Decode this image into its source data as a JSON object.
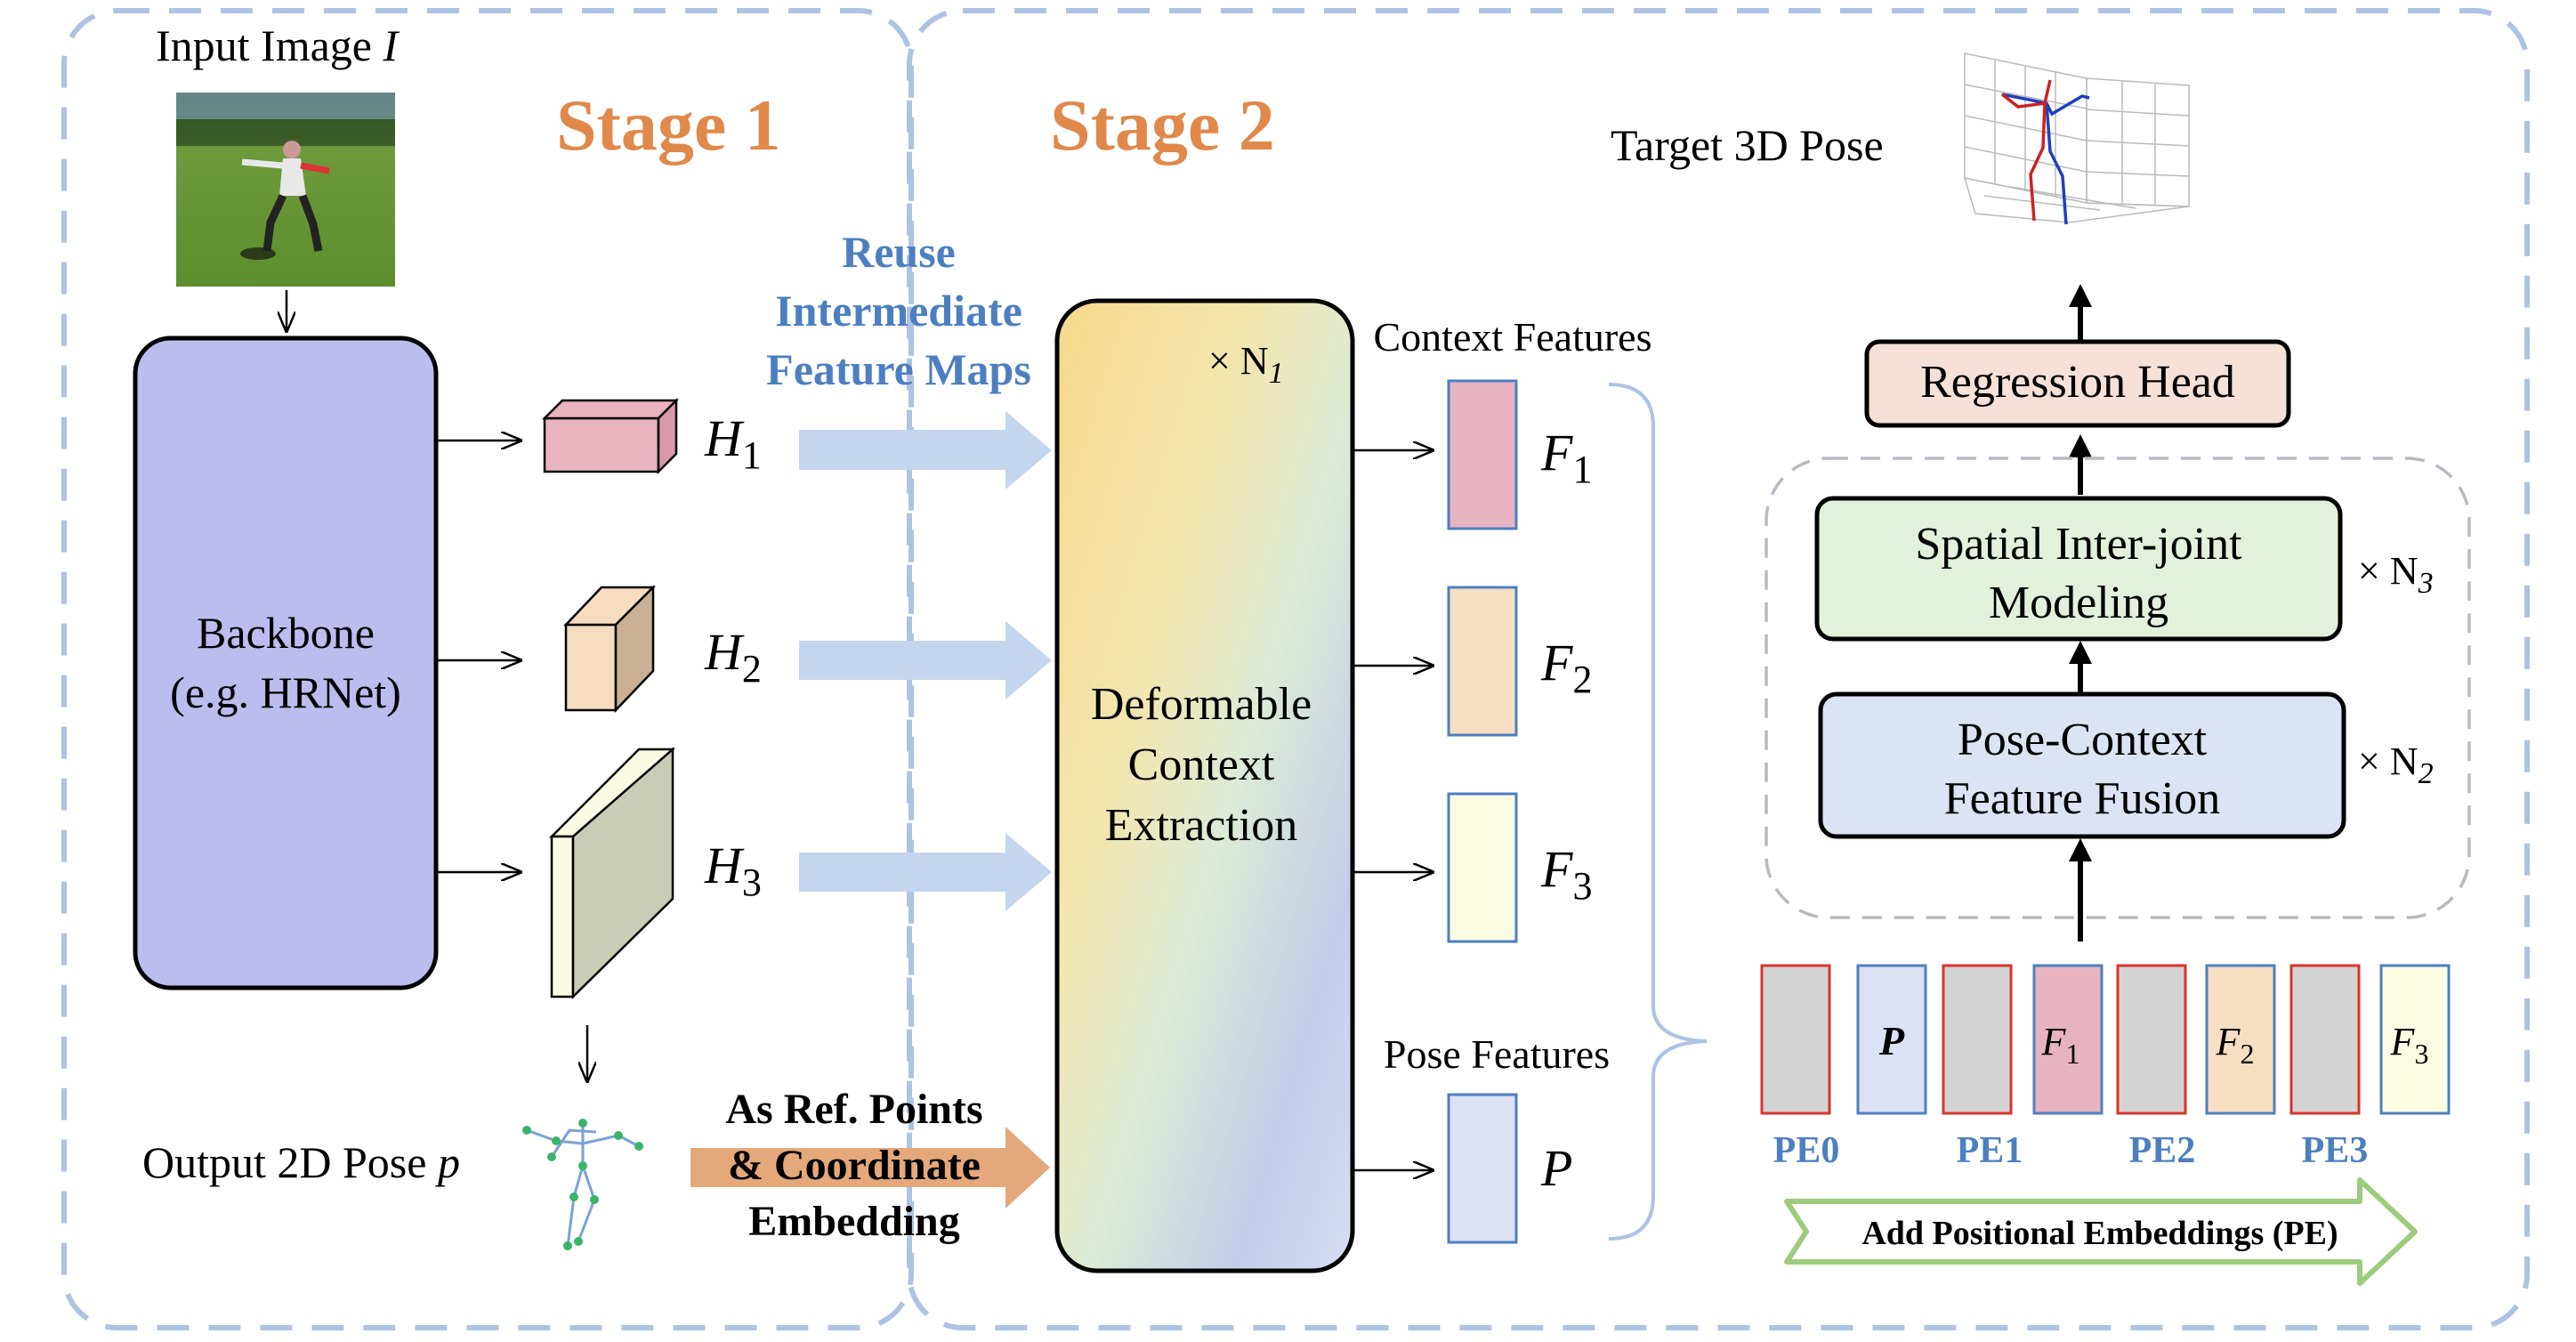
{
  "input_image": {
    "label": "Input Image",
    "symbol": "I"
  },
  "stage1": {
    "title": "Stage 1",
    "backbone_line1": "Backbone",
    "backbone_line2": "(e.g. HRNet)",
    "features": [
      {
        "letter": "H",
        "sub": "1"
      },
      {
        "letter": "H",
        "sub": "2"
      },
      {
        "letter": "H",
        "sub": "3"
      }
    ],
    "output_label": "Output 2D Pose",
    "output_symbol": "p"
  },
  "reuse_label": {
    "line1": "Reuse",
    "line2": "Intermediate",
    "line3": "Feature Maps"
  },
  "ref_points_label": {
    "line1": "As Ref. Points",
    "line2": "& Coordinate",
    "line3": "Embedding"
  },
  "stage2": {
    "title": "Stage 2",
    "dce_line1": "Deformable",
    "dce_line2": "Context",
    "dce_line3": "Extraction",
    "dce_repeat": "× N",
    "dce_repeat_sub": "1",
    "context_features_label": "Context Features",
    "context_features": [
      {
        "letter": "F",
        "sub": "1"
      },
      {
        "letter": "F",
        "sub": "2"
      },
      {
        "letter": "F",
        "sub": "3"
      }
    ],
    "pose_features_label": "Pose Features",
    "pose_feature": "P"
  },
  "head": {
    "target_label": "Target 3D Pose",
    "regression_head": "Regression Head",
    "spatial_line1": "Spatial Inter-joint",
    "spatial_line2": "Modeling",
    "spatial_repeat": "× N",
    "spatial_repeat_sub": "3",
    "fusion_line1": "Pose-Context",
    "fusion_line2": "Feature Fusion",
    "fusion_repeat": "× N",
    "fusion_repeat_sub": "2"
  },
  "tokens": [
    {
      "label": "",
      "type": "pe"
    },
    {
      "label": "P",
      "type": "pose"
    },
    {
      "label": "",
      "type": "pe"
    },
    {
      "label": "F",
      "sub": "1",
      "type": "f1"
    },
    {
      "label": "",
      "type": "pe"
    },
    {
      "label": "F",
      "sub": "2",
      "type": "f2"
    },
    {
      "label": "",
      "type": "pe"
    },
    {
      "label": "F",
      "sub": "3",
      "type": "f3"
    }
  ],
  "pe_labels": [
    "PE0",
    "PE1",
    "PE2",
    "PE3"
  ],
  "pe_arrow_label": "Add Positional Embeddings (PE)",
  "colors": {
    "stage_title": "#E0894A",
    "reuse_text": "#4D7FC0",
    "pe_text": "#4D7FC0",
    "dashed_border": "#AEC3E3",
    "backbone_fill": "#BCBCEF",
    "h1_fill": "#EAB3C0",
    "h2_fill": "#F6DCC0",
    "h3_fill": "#FBFBE3",
    "f1_fill": "#E8B3C0",
    "f2_fill": "#F6DEC2",
    "f3_fill": "#FCFCE3",
    "p_fill": "#DCE1F4",
    "pe_fill": "#D3D3D3",
    "pe_border": "#D9342C",
    "token_border": "#4D7FC0",
    "regression_fill": "#F7E1D6",
    "spatial_fill": "#E3F1DB",
    "fusion_fill": "#DCE3F4",
    "reuse_arrow": "#C4D6EE",
    "ref_arrow": "#E5A87A",
    "pe_arrow_border": "#9DCC7C"
  }
}
